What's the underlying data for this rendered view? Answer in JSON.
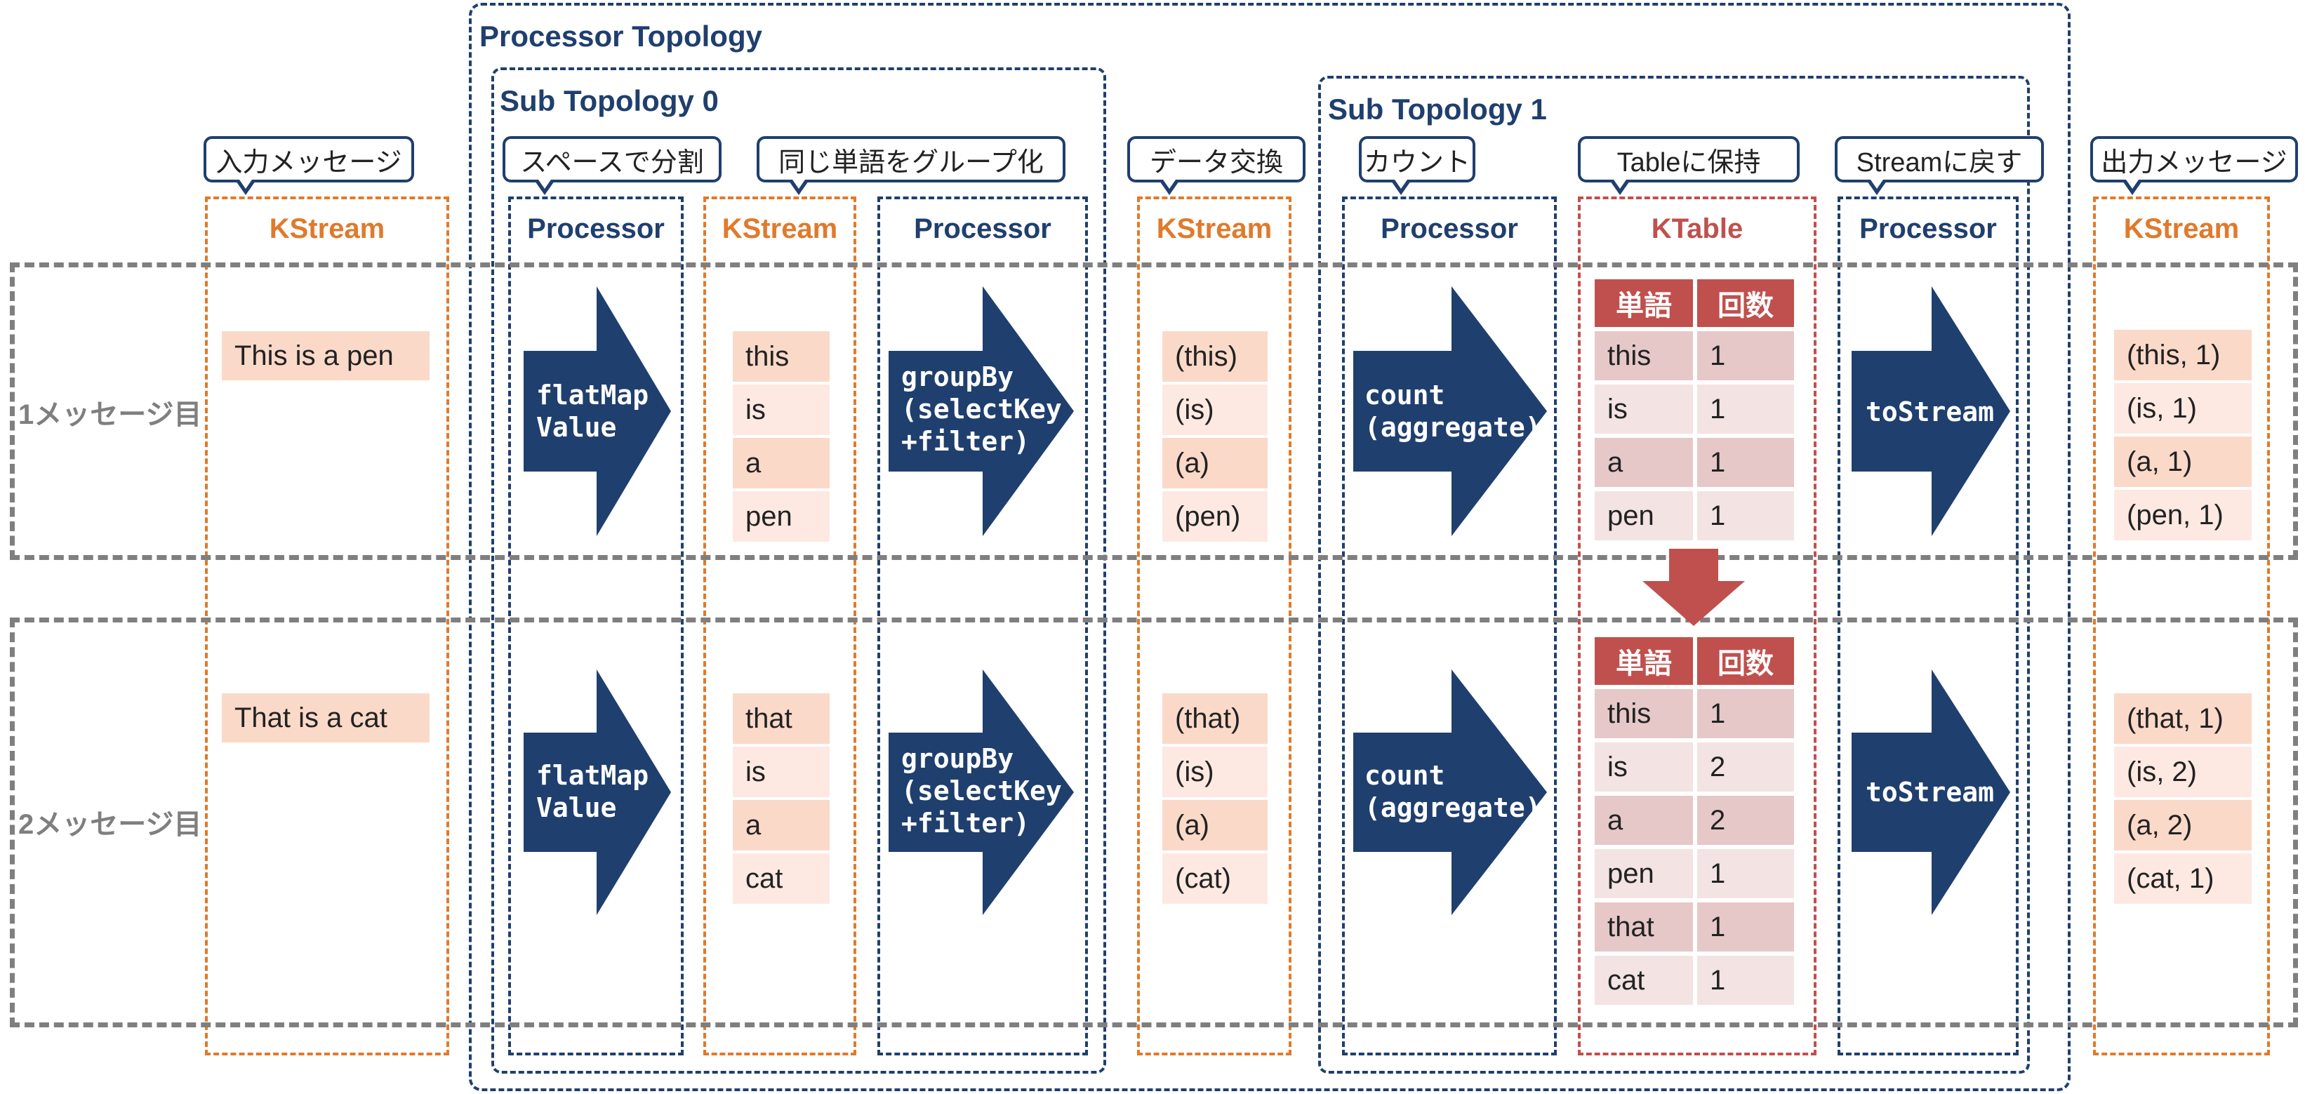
{
  "topology": {
    "title": "Processor Topology",
    "sub0": "Sub Topology 0",
    "sub1": "Sub Topology 1"
  },
  "callouts": {
    "input": "入力メッセージ",
    "split": "スペースで分割",
    "group": "同じ単語をグループ化",
    "exchange": "データ交換",
    "count": "カウント",
    "table": "Tableに保持",
    "tostream": "Streamに戻す",
    "output": "出力メッセージ"
  },
  "columns": {
    "kstream": "KStream",
    "processor": "Processor",
    "ktable": "KTable"
  },
  "rows": {
    "msg1": "1メッセージ目",
    "msg2": "2メッセージ目"
  },
  "processors": {
    "flatmap": "flatMap\nValue",
    "groupby": "groupBy\n(selectKey\n+filter)",
    "count": "count\n(aggregate)",
    "tostream": "toStream"
  },
  "msg1": {
    "input": "This is a pen",
    "words": [
      "this",
      "is",
      "a",
      "pen"
    ],
    "keys": [
      "(this)",
      "(is)",
      "(a)",
      "(pen)"
    ],
    "table": [
      [
        "this",
        "1"
      ],
      [
        "is",
        "1"
      ],
      [
        "a",
        "1"
      ],
      [
        "pen",
        "1"
      ]
    ],
    "output": [
      "(this, 1)",
      "(is, 1)",
      "(a, 1)",
      "(pen, 1)"
    ]
  },
  "msg2": {
    "input": "That is a cat",
    "words": [
      "that",
      "is",
      "a",
      "cat"
    ],
    "keys": [
      "(that)",
      "(is)",
      "(a)",
      "(cat)"
    ],
    "table": [
      [
        "this",
        "1"
      ],
      [
        "is",
        "2"
      ],
      [
        "a",
        "2"
      ],
      [
        "pen",
        "1"
      ],
      [
        "that",
        "1"
      ],
      [
        "cat",
        "1"
      ]
    ],
    "output": [
      "(that, 1)",
      "(is, 2)",
      "(a, 2)",
      "(cat, 1)"
    ]
  },
  "table_headers": [
    "単語",
    "回数"
  ],
  "colors": {
    "navy": "#1f3f6e",
    "orange": "#e07a2c",
    "red": "#c0504d",
    "gray": "#7f7f7f",
    "cell_dark": "#fbd9c9",
    "cell_light": "#fde9e2"
  }
}
